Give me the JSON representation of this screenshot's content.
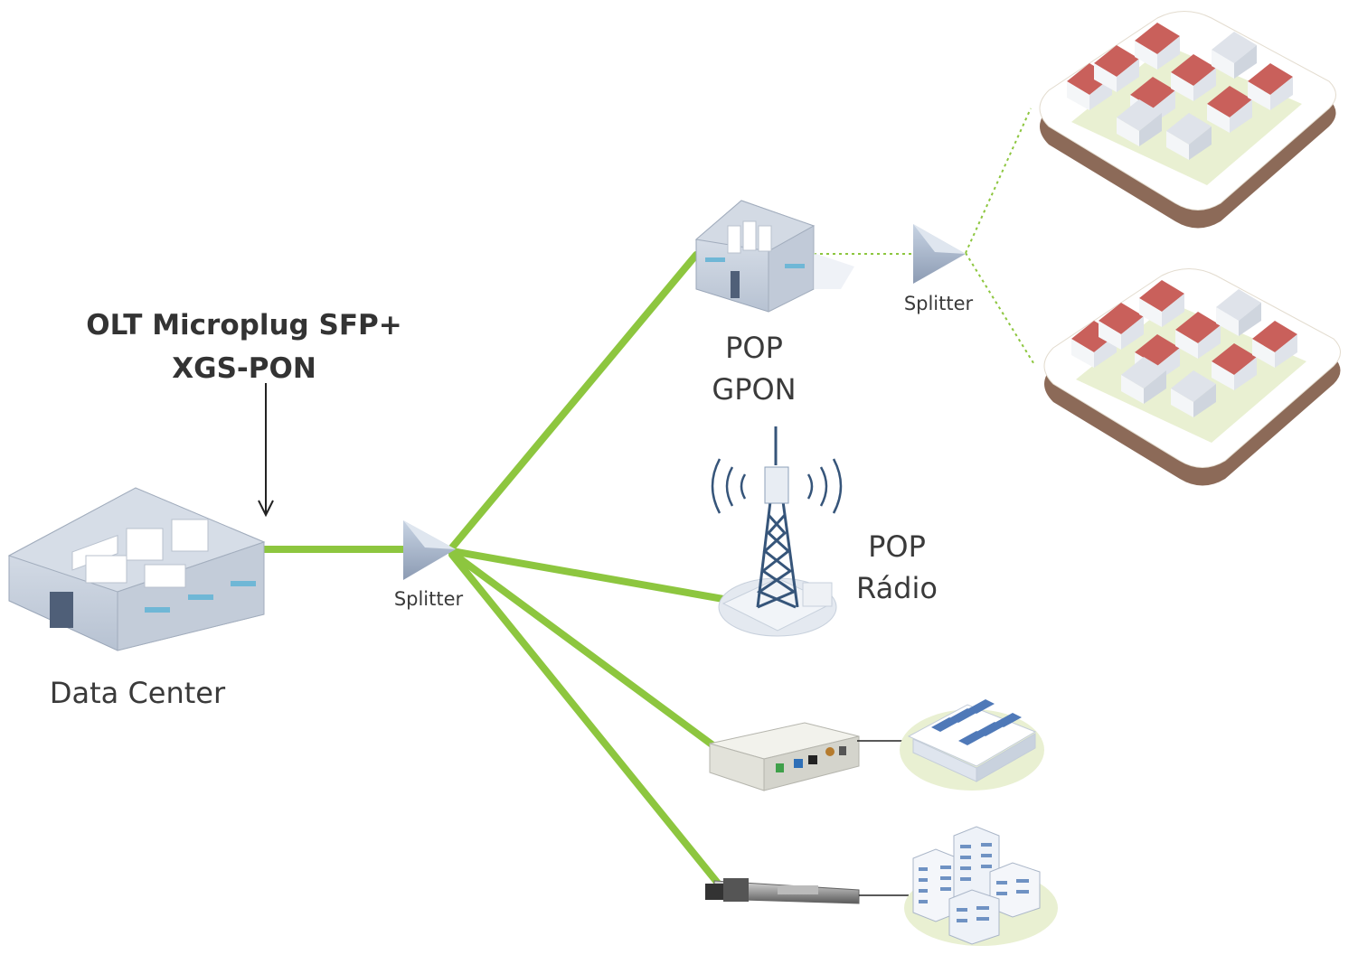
{
  "title": {
    "line1": "OLT Microplug SFP+",
    "line2": "XGS-PON"
  },
  "nodes": {
    "data_center": "Data Center",
    "splitter_main": "Splitter",
    "splitter_gpon": "Splitter",
    "pop_gpon": {
      "line1": "POP",
      "line2": "GPON"
    },
    "pop_radio": {
      "line1": "POP",
      "line2": "Rádio"
    }
  },
  "colors": {
    "fiber": "#8dc63f",
    "splitter": "#9fb0c8",
    "roof": "#c9605b",
    "ground": "#e9f0d2",
    "soil": "#8c6a58"
  }
}
